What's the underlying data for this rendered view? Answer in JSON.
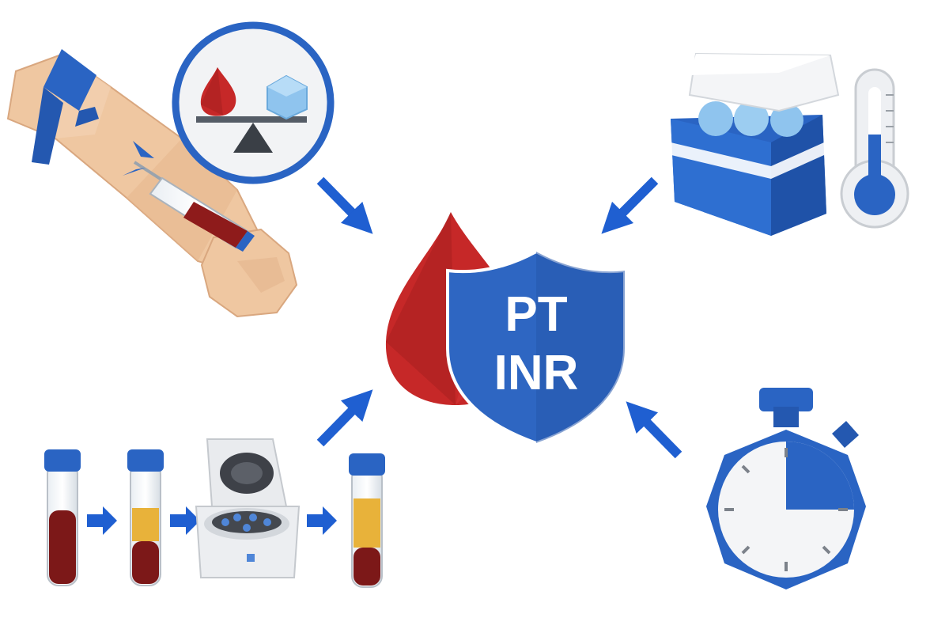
{
  "center": {
    "line1": "PT",
    "line2": "INR"
  },
  "colors": {
    "blood_red": "#c62828",
    "shield_blue": "#2e66c2",
    "arrow_blue": "#1f5fd1",
    "ice_blue": "#8fc4ee",
    "plasma_yellow": "#e8b23a",
    "skin": "#efc7a1"
  },
  "nodes": [
    {
      "id": "venipuncture",
      "icon": "arm-blood-draw-icon"
    },
    {
      "id": "anticoagulant-ratio",
      "icon": "blood-ice-balance-icon"
    },
    {
      "id": "cold-storage",
      "icon": "cooler-thermometer-icon"
    },
    {
      "id": "centrifugation",
      "icon": "tubes-centrifuge-icon"
    },
    {
      "id": "timing",
      "icon": "stopwatch-icon"
    }
  ]
}
